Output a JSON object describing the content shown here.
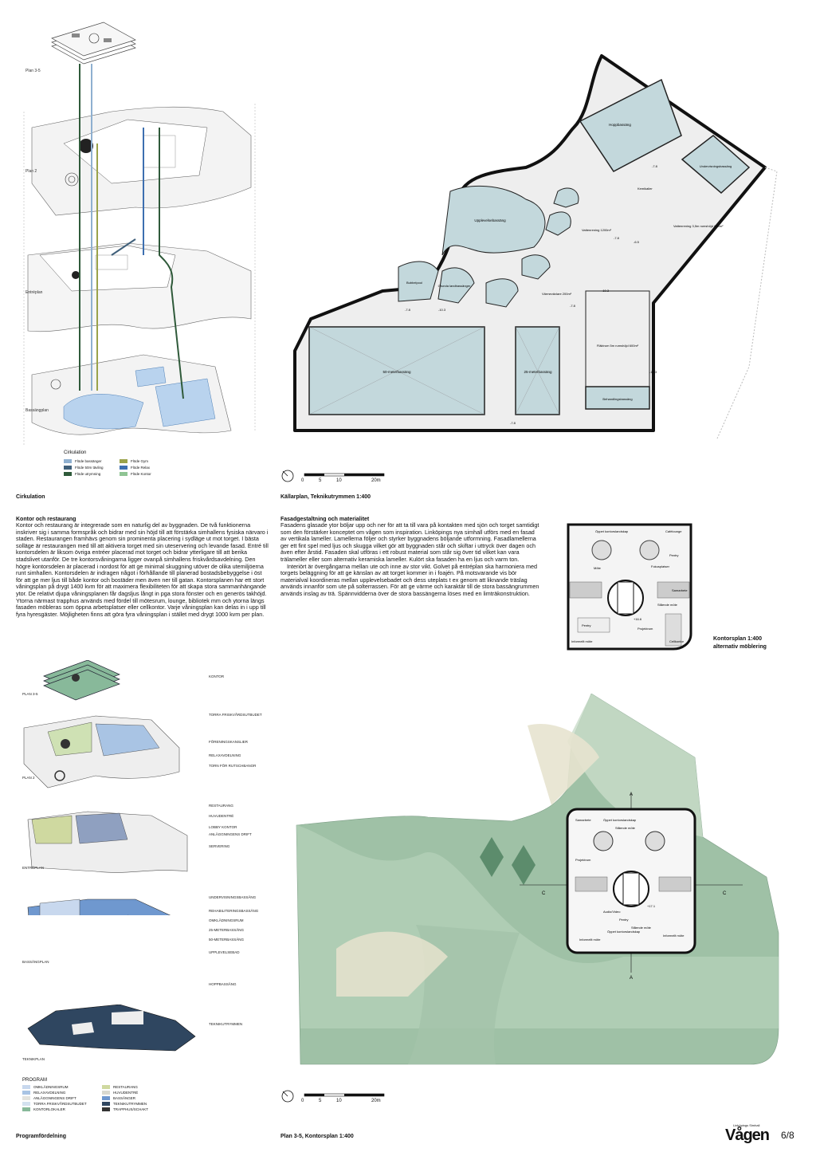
{
  "circulation": {
    "levels": [
      "Plan 3-5",
      "Plan 2",
      "Entréplan",
      "Bassängplan"
    ],
    "legend_title": "Cirkulation",
    "legend": [
      {
        "label": "Flöde bassänger",
        "color": "#8fb0d0"
      },
      {
        "label": "Flöde Gym",
        "color": "#9aa24a"
      },
      {
        "label": "Flöde 50m tävling",
        "color": "#3f5f7a"
      },
      {
        "label": "Flöde Relax",
        "color": "#3d6fb0"
      },
      {
        "label": "Flöde utrymning",
        "color": "#2f5a3a"
      },
      {
        "label": "Flöde Kontor",
        "color": "#8fc494"
      }
    ],
    "caption": "Cirkulation"
  },
  "basement": {
    "rooms": {
      "hopp": "Hoppbassäng",
      "undervisning": "Undervisningsbassäng",
      "upplevelse": "Upplevelsebassäng",
      "bubbel": "Bubbelpool",
      "grund": "Grunda landbassänger",
      "vatten": "Vattenrening 1200m²",
      "varme": "Värmeväxlare 200m²",
      "vattenr2": "Vattenrening 3,5m rumshöjd 600m²",
      "flak": "Fläktrum 5m rumshöjd 600m²",
      "femtio": "50-meterbassäng",
      "tjugofem": "25-meterbassäng",
      "behandling": "Behandlingsbassäng",
      "kemi": "Kemikalier"
    },
    "levels": [
      "-7.8",
      "-6.5",
      "-7.8",
      "-10.3",
      "-7.8",
      "-10.3",
      "-7.8",
      "-10.3",
      "-7.8"
    ],
    "scale": [
      "0",
      "5",
      "10",
      "20m"
    ],
    "caption": "Källarplan, Teknikutrymmen 1:400"
  },
  "text_left": {
    "heading": "Kontor och restaurang",
    "body": "Kontor och restaurang är integrerade som en naturlig del av byggnaden. De två funktionerna inskriver sig i samma formspråk och bidrar med sin höjd till att förstärka simhallens fysiska närvaro i staden. Restaurangen framhävs genom sin prominenta placering i sydläge ut mot torget. I bästa solläge är restaurangen med till att aktivera torget med sin uteservering och levande fasad. Entré till kontorsdelen är liksom övriga entréer placerad mot torget och bidrar ytterligare till att berika stadslivet utanför. De tre kontorsvåningarna ligger ovanpå simhallens friskvårdsavdelning. Den högre kontorsdelen är placerad i nordost för att ge minimal skuggning utöver de olika utemiljöerna runt simhallen. Kontorsdelen är indragen något i förhållande till planerad bostadsbebyggelse i öst för att ge mer ljus till både kontor och bostäder men även ner till gatan. Kontorsplanen har ett stort våningsplan på drygt 1400 kvm för att maximera flexibiliteten för att skapa stora sammanhängande ytor. De relativt djupa våningsplanen får dagsljus långt in pga stora fönster och en generös takhöjd. Ytorna närmast trapphus används med fördel till mötesrum, lounge, bibliotek mm och ytorna längs fasaden möbleras som öppna arbetsplatser eller cellkontor. Varje våningsplan kan delas in i upp till fyra hyresgäster. Möjligheten finns att göra fyra våningsplan i stället med drygt 1000 kvm per plan."
  },
  "text_mid": {
    "heading": "Fasadgestaltning och materialitet",
    "body1": "Fasadens glasade ytor böljar upp och ner för att ta till vara på kontakten med sjön och torget samtidigt som den förstärker konceptet om vågen som inspiration. Linköpings nya simhall utförs med en fasad av vertikala lameller. Lamellerna följer och styrker byggnadens böljande utformning. Fasadlamellerna ger ett fint spel med ljus och skugga vilket gör att byggnaden står och skiftar i uttryck över dagen och även efter årstid. Fasaden skal utföras i ett robust material som står sig över tid vilket kan vara trälameller eller som alternativ keramiska lameller. Kulört ska fasaden ha en ljus och varm ton.",
    "body2": "Interiört är övergångarna mellan ute och inne av stor vikt. Golvet på entréplan ska harmoniera med torgets beläggning för att ge känslan av att torget kommer in i foajén. På motsvarande vis bör materialval koordineras mellan upplevelsebadet och dess uteplats t ex genom att liknande träslag används innanför som ute på solterrassen. För att ge värme och karaktär till de stora bassängrummen används inslag av trä. Spännvidderna över de stora bassängerna löses med en limträkonstruktion."
  },
  "office_alt": {
    "labels": [
      "Öppet kontorslandskap",
      "Cafélounge",
      "Pentry",
      "Fokusplatser",
      "Möte",
      "Samarbete",
      "Stående möte",
      "Projektrum",
      "Pentry",
      "Informellt möte",
      "Cellkontor",
      "+16.6"
    ],
    "caption_1": "Kontorsplan 1:400",
    "caption_2": "alternativ möblering"
  },
  "program": {
    "labels": [
      "KONTOR",
      "TORRA FRISKVÅRDSUTBUDET",
      "FÖRENINGSKANSLIER",
      "RELAXAVDELNING",
      "TORN FÖR RUTSCHBANOR",
      "RESTAURANG",
      "HUVUDENTRÉ",
      "LOBBY KONTOR",
      "ANLÄGGNINGENS DRIFT",
      "SERVERING",
      "UNDERVISNINGSBASSÄNG",
      "REHABILITERINGSBASSÄNG",
      "OMKLÄDNINGSRUM",
      "25-METERBASSÄNG",
      "50-METERBASSÄNG",
      "UPPLEVELSEBAD",
      "HOPPBASSÄNG",
      "TEKNIKUTRYMMEN"
    ],
    "levels": [
      "PLAN 3-5",
      "PLAN 2",
      "ENTRÉPLAN",
      "BASSÄNGPLAN",
      "TEKNIKPLAN"
    ],
    "legend_title": "PROGRAM",
    "legend": [
      {
        "label": "OMKLÄDNINGSRUM",
        "color": "#c8d8ee"
      },
      {
        "label": "RESTAURANG",
        "color": "#cfd9a0"
      },
      {
        "label": "RELAXAVDELNING",
        "color": "#a9c4e4"
      },
      {
        "label": "HUVUDENTRÉ",
        "color": "#d9d9d0"
      },
      {
        "label": "ANLÄGGNINGENS DRIFT",
        "color": "#e3e3de"
      },
      {
        "label": "BASSÄNGER",
        "color": "#6f98cf"
      },
      {
        "label": "TORRA FRISKVÅRDSUTBUDET",
        "color": "#d3e1ef"
      },
      {
        "label": "TEKNIKUTRYMMEN",
        "color": "#2f4660"
      },
      {
        "label": "KONTORLOKALER",
        "color": "#88b99a"
      },
      {
        "label": "TRAPPHUS/SCHAKT",
        "color": "#333333"
      }
    ],
    "caption": "Programfördelning"
  },
  "site": {
    "labels": [
      "Samarbete",
      "Öppet kontorslandskap",
      "Stående möte",
      "Projektrum",
      "Audio/Video",
      "Pentry",
      "Stående möte",
      "Öppet kontorslandskap",
      "Informellt möte",
      "Informellt möte",
      "+17.1"
    ],
    "section_marks": [
      "A",
      "A",
      "C",
      "C"
    ],
    "scale": [
      "0",
      "5",
      "10",
      "20m"
    ],
    "caption": "Plan 3-5, Kontorsplan 1:400"
  },
  "footer": {
    "logo": "Vågen",
    "logo_sub": "Linköpings Simhall",
    "page": "6/8"
  }
}
